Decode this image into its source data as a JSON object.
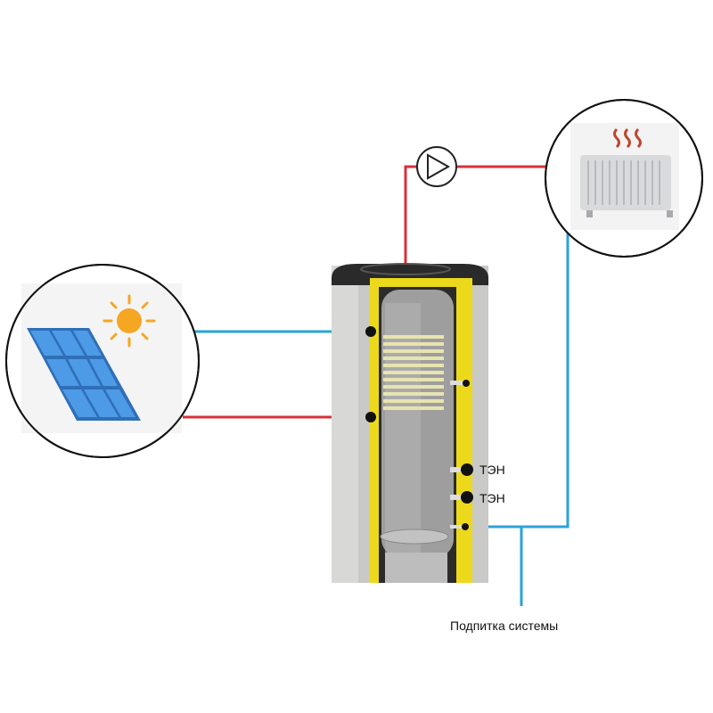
{
  "labels": {
    "heater_1": "ТЭН",
    "heater_2": "ТЭН",
    "makeup": "Подпитка системы"
  },
  "colors": {
    "hot_pipe": "#d8303a",
    "cold_pipe": "#2aa3d8",
    "insulation": "#f2e01e",
    "panel": "#3b86d6",
    "sun": "#f5a623"
  }
}
